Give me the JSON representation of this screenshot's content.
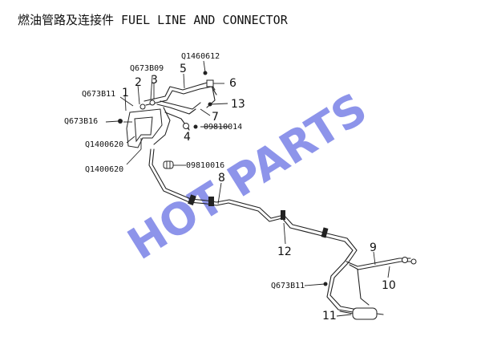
{
  "title": "燃油管路及连接件 FUEL LINE AND CONNECTOR",
  "watermark": "HOT PARTS",
  "part_codes": {
    "q1460612": "Q1460612",
    "q673b09": "Q673B09",
    "q673b11_top": "Q673B11",
    "q673b16": "Q673B16",
    "q1400620_a": "Q1400620",
    "q1400620_b": "Q1400620",
    "n09810014": "09810014",
    "n09810016": "09810016",
    "q673b11_bottom": "Q673B11"
  },
  "callouts": {
    "c1": "1",
    "c2": "2",
    "c3": "3",
    "c4": "4",
    "c5": "5",
    "c6": "6",
    "c7": "7",
    "c8": "8",
    "c9": "9",
    "c10": "10",
    "c11": "11",
    "c12": "12",
    "c13": "13"
  }
}
